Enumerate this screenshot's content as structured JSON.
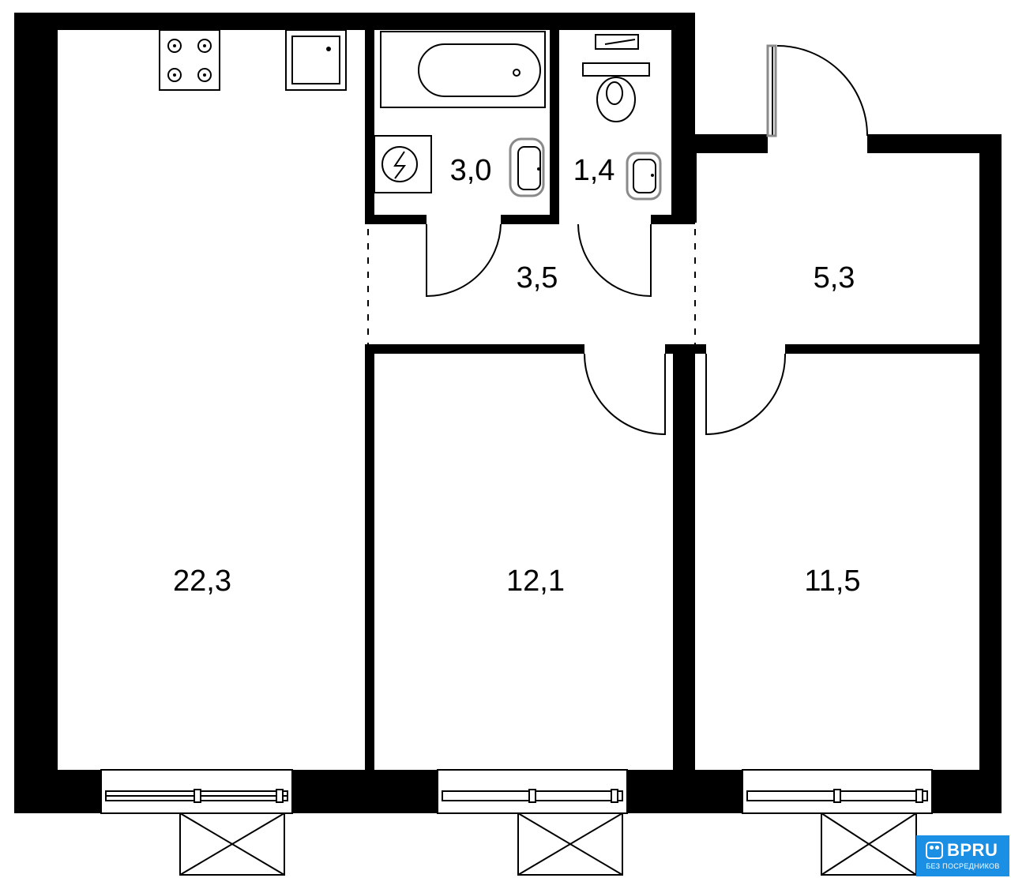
{
  "rooms": [
    {
      "id": "kitchen-living",
      "area": "22,3"
    },
    {
      "id": "bedroom-middle",
      "area": "12,1"
    },
    {
      "id": "bedroom-right",
      "area": "11,5"
    },
    {
      "id": "hallway-right",
      "area": "5,3"
    },
    {
      "id": "corridor",
      "area": "3,5"
    },
    {
      "id": "bathroom",
      "area": "3,0"
    },
    {
      "id": "toilet",
      "area": "1,4"
    }
  ],
  "watermark": {
    "brand": "BPRU",
    "tagline": "БЕЗ ПОСРЕДНИКОВ",
    "color": "#1a8fe3",
    "icon": "people-logo-icon"
  },
  "colors": {
    "wall": "#000000",
    "background": "#ffffff",
    "fixture_grey": "#8a8a8a"
  }
}
